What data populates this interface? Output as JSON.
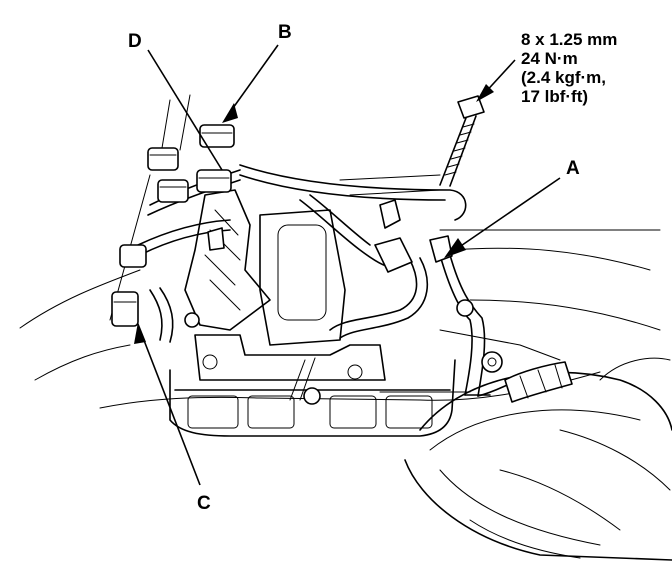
{
  "callouts": {
    "a": "A",
    "b": "B",
    "c": "C",
    "d": "D"
  },
  "torque_spec": {
    "line1": "8 x 1.25 mm",
    "line2": "24 N·m",
    "line3": "(2.4 kgf·m,",
    "line4": "17 lbf·ft)"
  }
}
